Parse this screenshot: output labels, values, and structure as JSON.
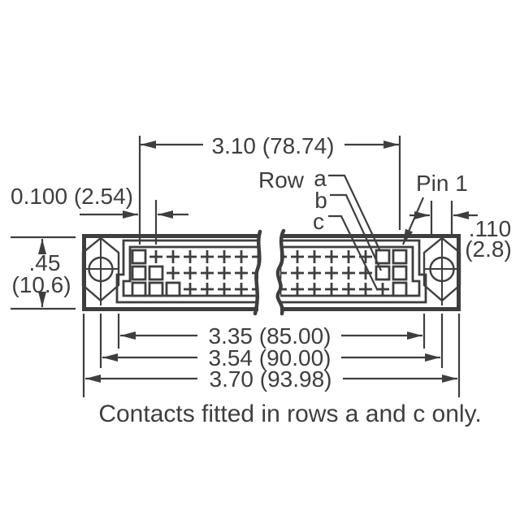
{
  "drawing": {
    "caption": "Contacts fitted in rows a and c only.",
    "labels": {
      "row": "Row",
      "row_a": "a",
      "row_b": "b",
      "row_c": "c",
      "pin1": "Pin 1"
    },
    "dimensions": {
      "top_span": "3.10 (78.74)",
      "contact_pitch": "0.100 (2.54)",
      "body_height_in": ".45",
      "body_height_mm": "(10.6)",
      "pin_offset_in": ".110",
      "pin_offset_mm": "(2.8)",
      "insert_length": "3.35 (85.00)",
      "mounting_hole_spacing": "3.54 (90.00)",
      "overall_length": "3.70 (93.98)"
    },
    "colors": {
      "ink": "#3e3e3e",
      "background": "#ffffff"
    }
  }
}
